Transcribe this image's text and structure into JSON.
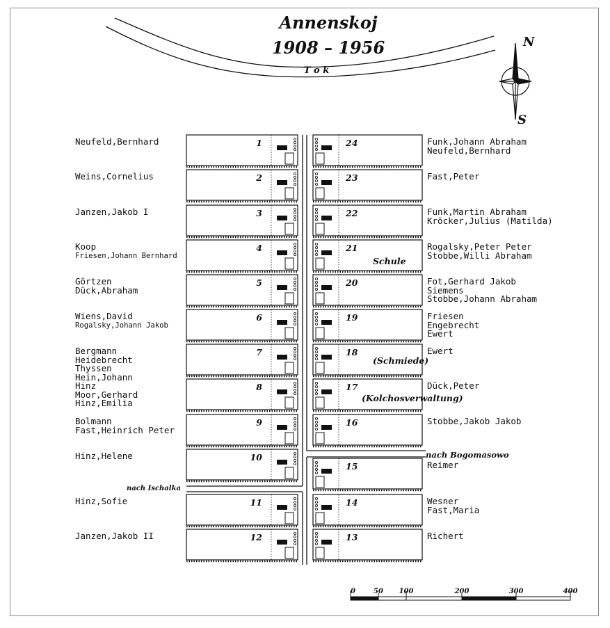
{
  "title": {
    "line1": "Annenskoj",
    "line2": "1908 – 1956"
  },
  "river": {
    "label": "T o k"
  },
  "compass": {
    "north": "N",
    "south": "S"
  },
  "labels": {
    "school": "Schule",
    "smithy": "(Schmiede)",
    "kolchos": "(Kolchosverwaltung)",
    "road_east": "nach Bogomasowo",
    "road_west": "nach Ischalka"
  },
  "plots_left": [
    {
      "number": "1",
      "names": [
        "Neufeld,Bernhard"
      ]
    },
    {
      "number": "2",
      "names": [
        "Weins,Cornelius"
      ]
    },
    {
      "number": "3",
      "names": [
        "Janzen,Jakob I"
      ]
    },
    {
      "number": "4",
      "names": [
        "Koop",
        "Friesen,Johann Bernhard"
      ]
    },
    {
      "number": "5",
      "names": [
        "Görtzen",
        "Dück,Abraham"
      ]
    },
    {
      "number": "6",
      "names": [
        "Wiens,David",
        "Rogalsky,Johann Jakob"
      ]
    },
    {
      "number": "7",
      "names": [
        "Bergmann",
        "Heidebrecht",
        "Thyssen",
        "Hein,Johann"
      ]
    },
    {
      "number": "8",
      "names": [
        "Hinz",
        "Moor,Gerhard",
        "Hinz,Emilia"
      ]
    },
    {
      "number": "9",
      "names": [
        "Bolmann",
        "Fast,Heinrich Peter"
      ]
    },
    {
      "number": "10",
      "names": [
        "Hinz,Helene"
      ]
    },
    {
      "number": "11",
      "names": [
        "Hinz,Sofie"
      ]
    },
    {
      "number": "12",
      "names": [
        "Janzen,Jakob II"
      ]
    }
  ],
  "plots_right": [
    {
      "number": "24",
      "names": [
        "Funk,Johann Abraham",
        "Neufeld,Bernhard"
      ]
    },
    {
      "number": "23",
      "names": [
        "Fast,Peter"
      ]
    },
    {
      "number": "22",
      "names": [
        "Funk,Martin Abraham",
        "Kröcker,Julius (Matilda)"
      ]
    },
    {
      "number": "21",
      "names": [
        "Rogalsky,Peter Peter",
        "Stobbe,Willi Abraham"
      ]
    },
    {
      "number": "20",
      "names": [
        "Fot,Gerhard Jakob",
        "Siemens",
        "Stobbe,Johann Abraham"
      ]
    },
    {
      "number": "19",
      "names": [
        "Friesen",
        "Engebrecht",
        "Ewert"
      ]
    },
    {
      "number": "18",
      "names": [
        "Ewert"
      ]
    },
    {
      "number": "17",
      "names": [
        "Dück,Peter"
      ]
    },
    {
      "number": "16",
      "names": [
        "Stobbe,Jakob Jakob"
      ]
    },
    {
      "number": "15",
      "names": [
        "Reimer"
      ]
    },
    {
      "number": "14",
      "names": [
        "Wesner",
        "Fast,Maria"
      ]
    },
    {
      "number": "13",
      "names": [
        "Richert"
      ]
    }
  ],
  "scale_bar": {
    "ticks": [
      "0",
      "50",
      "100",
      "200",
      "300",
      "400"
    ]
  }
}
